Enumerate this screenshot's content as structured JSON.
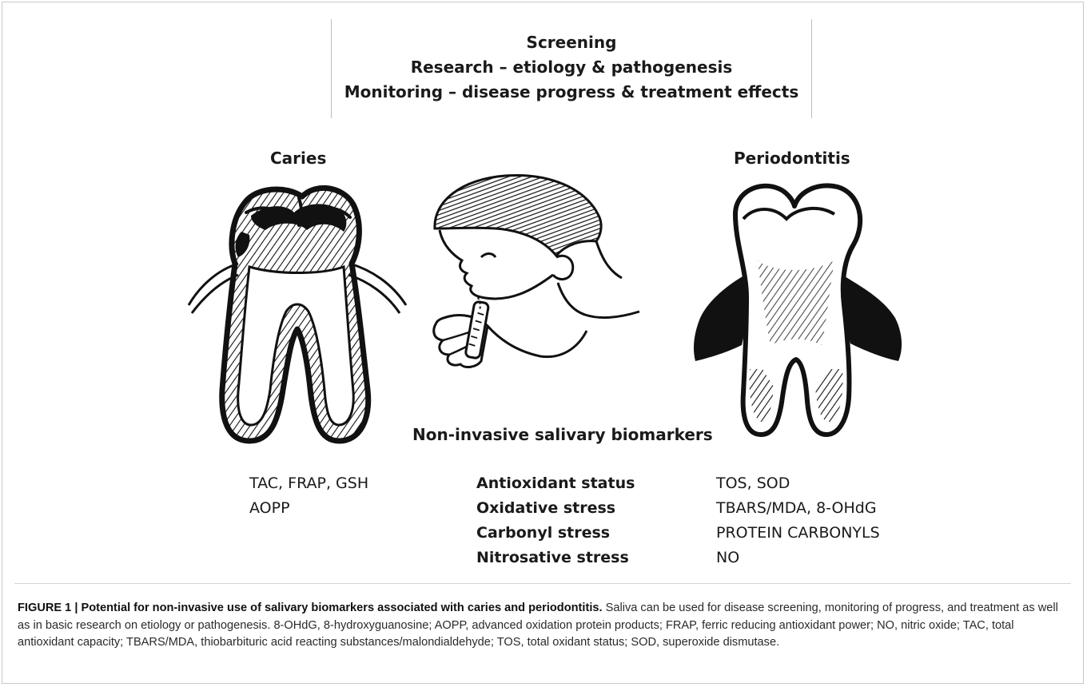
{
  "applications": {
    "lines": [
      "Screening",
      "Research – etiology & pathogenesis",
      "Monitoring – disease progress & treatment effects"
    ]
  },
  "labels": {
    "caries": "Caries",
    "periodontitis": "Periodontitis",
    "biomarkers": "Non-invasive salivary biomarkers"
  },
  "columns": {
    "caries_markers": [
      "TAC, FRAP, GSH",
      "AOPP"
    ],
    "categories": [
      "Antioxidant status",
      "Oxidative stress",
      "Carbonyl stress",
      "Nitrosative stress"
    ],
    "periodontitis_markers": [
      "TOS, SOD",
      "TBARS/MDA, 8-OHdG",
      "PROTEIN CARBONYLS",
      "NO"
    ]
  },
  "caption": {
    "title": "FIGURE 1 | Potential for non-invasive use of salivary biomarkers associated with caries and periodontitis.",
    "body": " Saliva can be used for disease screening, monitoring of progress, and treatment as well as in basic research on etiology or pathogenesis. 8-OHdG, 8-hydroxyguanosine; AOPP, advanced oxidation protein products; FRAP, ferric reducing antioxidant power; NO, nitric oxide; TAC, total antioxidant capacity; TBARS/MDA, thiobarbituric acid reacting substances/malondialdehyde; TOS, total oxidant status; SOD, superoxide dismutase."
  }
}
